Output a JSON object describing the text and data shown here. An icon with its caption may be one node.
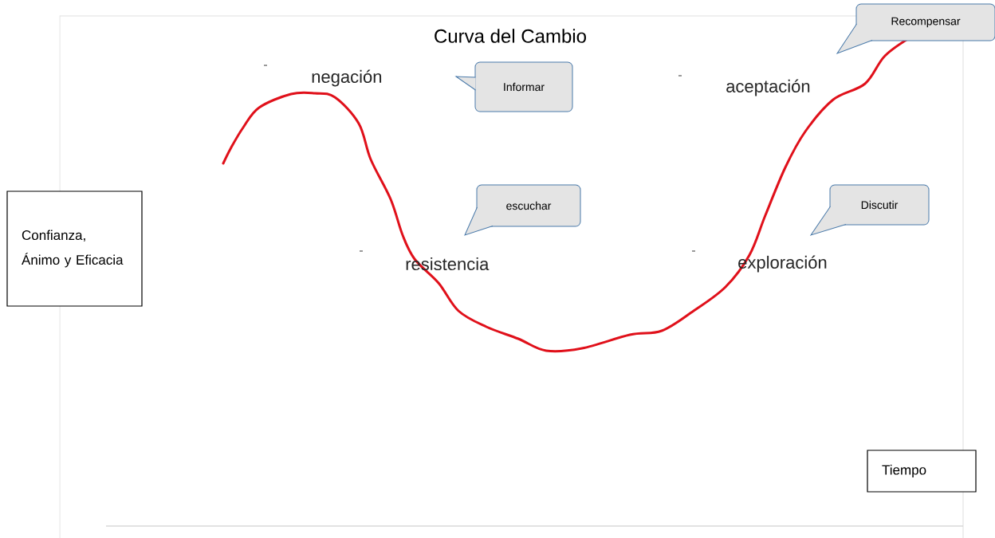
{
  "diagram": {
    "title": "Curva del Cambio",
    "nodes": [
      {
        "text": [
          "Confianza, Ánimo y Eficacia"
        ]
      },
      {
        "text": [
          "Informar"
        ]
      },
      {
        "text": [
          "escuchar"
        ]
      },
      {
        "text": [
          "Discutir"
        ]
      },
      {
        "text": [
          "Recompensar"
        ]
      },
      {
        "text": [
          "Tiempo"
        ]
      }
    ],
    "labels": [
      "negación",
      "aceptación",
      "resistencia",
      "exploración"
    ]
  }
}
